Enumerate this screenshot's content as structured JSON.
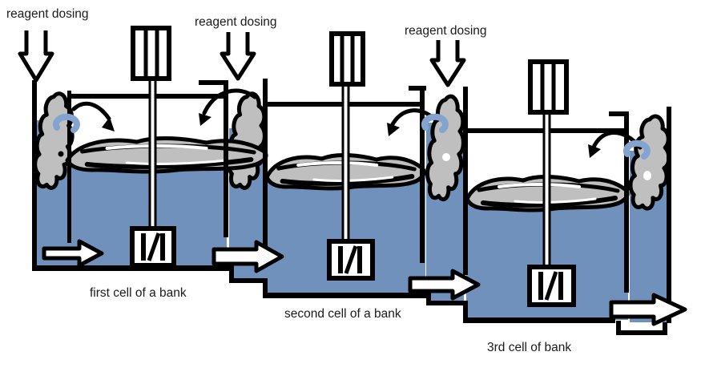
{
  "diagram": {
    "labels": {
      "reagent": [
        "reagent dosing",
        "reagent dosing",
        "reagent dosing"
      ],
      "cells": [
        "first cell of a bank",
        "second cell of a bank",
        "3rd cell of bank"
      ]
    },
    "colors": {
      "ink": "#000000",
      "water": "#7191bd",
      "froth": "#bfbfbf",
      "bubble_marker": "#84a3cf",
      "arrow_fill": "#ffffff",
      "background": "#ffffff"
    },
    "icons": {
      "reagent_dosing_arrow": "hollow-down-arrow",
      "flow_arrow": "hollow-right-arrow",
      "froth_transfer_arrow": "curved-black-arrow",
      "bubble_marker": "light-blue-loop",
      "agitator_motor": "striped-rectangle",
      "impeller": "striped-box"
    }
  }
}
